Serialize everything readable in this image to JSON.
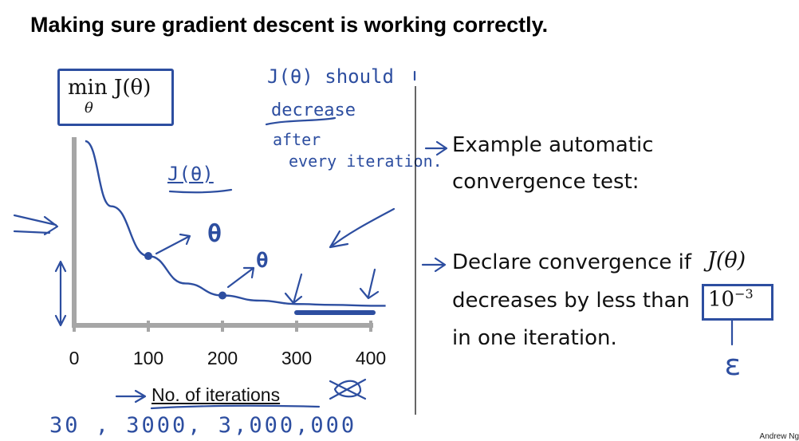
{
  "slide": {
    "title": "Making sure gradient descent is working correctly.",
    "objective": "min J(θ)",
    "objective_sub": "θ",
    "bullet1_line1": "Example automatic",
    "bullet1_line2": "convergence test:",
    "bullet2_line1": "Declare convergence if",
    "bullet2_math": "J(θ)",
    "bullet2_line2": "decreases by less than",
    "bullet2_threshold": "10",
    "bullet2_exponent": "−3",
    "bullet2_line3": "in one iteration.",
    "footer": "Andrew Ng"
  },
  "handwriting": {
    "note_line1": "J(θ) should",
    "note_line2": "decrease",
    "note_line3": "after",
    "note_line4": "every iteration.",
    "curve_label": "J(θ)",
    "theta1": "θ",
    "theta2": "θ",
    "epsilon": "ε",
    "bottom_numbers": "30 ,  3000,  3,000,000"
  },
  "chart_data": {
    "type": "line",
    "x_ticks": [
      "0",
      "100",
      "200",
      "300",
      "400"
    ],
    "xlabel": "No. of iterations",
    "ylabel": "",
    "grid": false,
    "series": [
      {
        "x": [
          15,
          50,
          100,
          150,
          200,
          250,
          300,
          350,
          400,
          420
        ],
        "y": [
          1.0,
          0.62,
          0.33,
          0.17,
          0.1,
          0.07,
          0.05,
          0.045,
          0.04,
          0.04
        ]
      }
    ],
    "marked_points": [
      {
        "x": 100,
        "y": 0.33
      },
      {
        "x": 200,
        "y": 0.1
      }
    ]
  },
  "colors": {
    "ink": "#2d4ea0",
    "axis": "#a6a6a6",
    "text": "#111111"
  }
}
